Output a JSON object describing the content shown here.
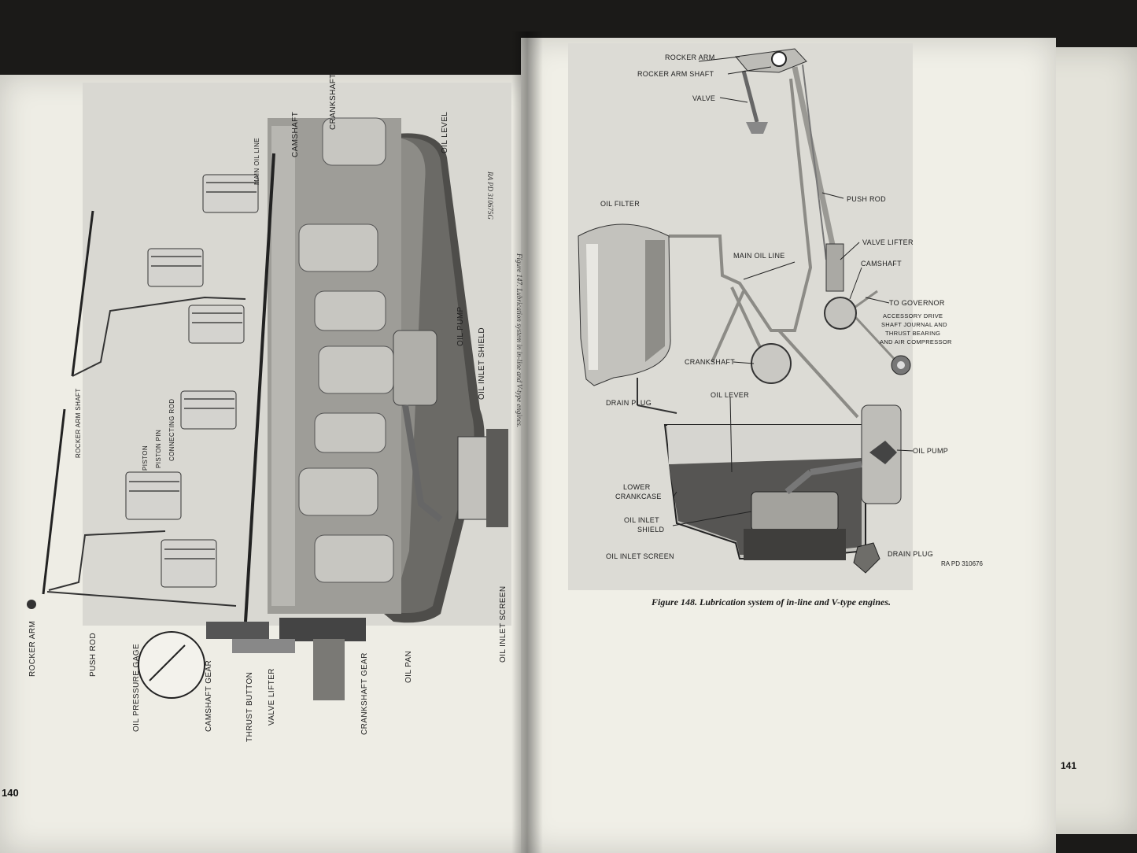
{
  "left_page": {
    "page_number": "140",
    "figure_caption": "Figure 147.  Lubrication system in in-line and V-type engines.",
    "figure_credit": "RA PD 310675G",
    "labels": {
      "rocker_arm": "ROCKER ARM",
      "push_rod": "PUSH ROD",
      "oil_pressure_gage": "OIL PRESSURE GAGE",
      "camshaft_gear": "CAMSHAFT GEAR",
      "thrust_button": "THRUST BUTTON",
      "valve_lifter": "VALVE LIFTER",
      "crankshaft_gear": "CRANKSHAFT GEAR",
      "oil_pan": "OIL PAN",
      "oil_inlet_screen": "OIL INLET SCREEN",
      "oil_inlet_shield": "OIL INLET SHIELD",
      "oil_pump": "OIL PUMP",
      "oil_level": "OIL LEVEL",
      "crankshaft": "CRANKSHAFT",
      "camshaft": "CAMSHAFT",
      "main_oil_line": "MAIN OIL LINE",
      "rocker_arm_shaft": "ROCKER ARM SHAFT",
      "piston": "PISTON",
      "piston_pin": "PISTON PIN",
      "connecting_rod": "CONNECTING ROD"
    }
  },
  "right_page": {
    "page_number": "141",
    "figure_caption": "Figure 148.  Lubrication system of in-line and V-type engines.",
    "figure_credit": "RA PD 310676",
    "labels": {
      "rocker_arm": "ROCKER ARM",
      "rocker_arm_shaft": "ROCKER ARM SHAFT",
      "valve": "VALVE",
      "push_rod": "PUSH ROD",
      "oil_filter": "OIL FILTER",
      "main_oil_line": "MAIN OIL LINE",
      "valve_lifter": "VALVE LIFTER",
      "camshaft": "CAMSHAFT",
      "to_governor": "TO GOVERNOR",
      "accessory_1": "ACCESSORY DRIVE",
      "accessory_2": "SHAFT JOURNAL AND",
      "accessory_3": "THRUST BEARING",
      "accessory_4": "AND AIR COMPRESSOR",
      "crankshaft": "CRANKSHAFT",
      "drain_plug_top": "DRAIN PLUG",
      "oil_lever": "OIL LEVER",
      "oil_pump": "OIL PUMP",
      "lower_crankcase_1": "LOWER",
      "lower_crankcase_2": "CRANKCASE",
      "oil_inlet_shield_1": "OIL INLET",
      "oil_inlet_shield_2": "SHIELD",
      "oil_inlet_screen": "OIL INLET SCREEN",
      "drain_plug_bottom": "DRAIN PLUG"
    }
  }
}
